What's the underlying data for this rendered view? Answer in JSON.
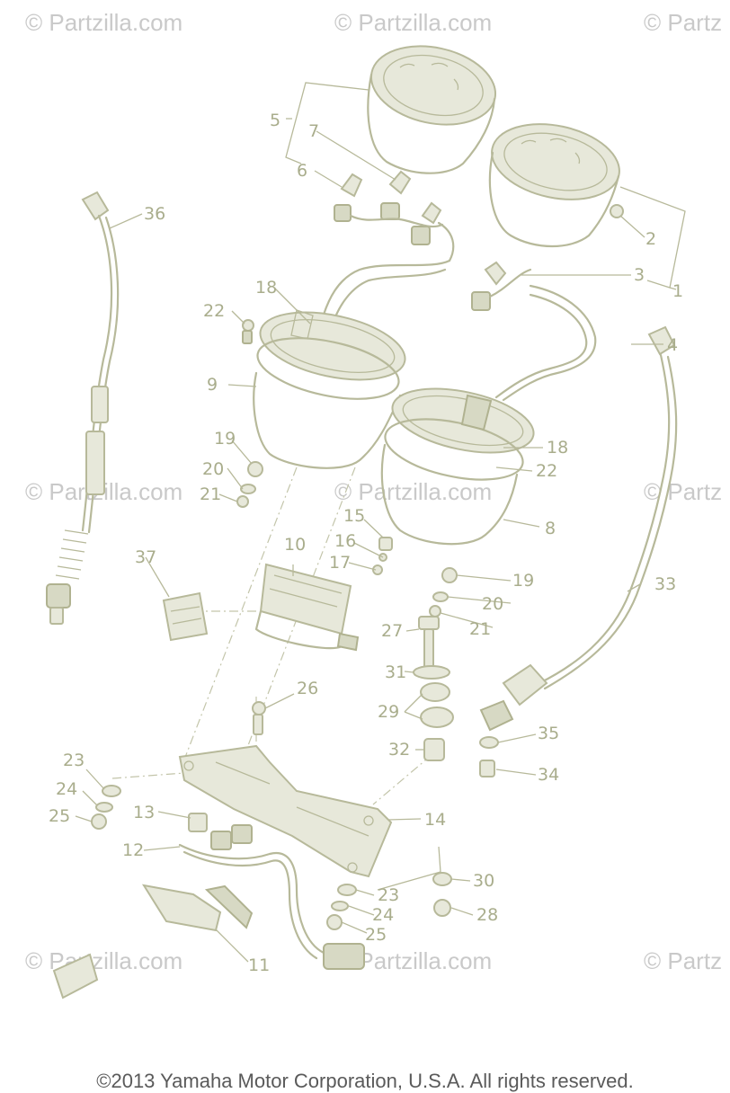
{
  "watermark": {
    "text": "© Partzilla.com",
    "short_text": "© Partz"
  },
  "callouts": {
    "n1": "1",
    "n2": "2",
    "n3": "3",
    "n4": "4",
    "n5": "5",
    "n6": "6",
    "n7": "7",
    "n8": "8",
    "n9": "9",
    "n10": "10",
    "n11": "11",
    "n12": "12",
    "n13": "13",
    "n14": "14",
    "n15": "15",
    "n16": "16",
    "n17": "17",
    "n18": "18",
    "n19": "19",
    "n20": "20",
    "n21": "21",
    "n22": "22",
    "n23": "23",
    "n24": "24",
    "n25": "25",
    "n26": "26",
    "n27": "27",
    "n28": "28",
    "n29": "29",
    "n30": "30",
    "n31": "31",
    "n32": "32",
    "n33": "33",
    "n34": "34",
    "n35": "35",
    "n36": "36",
    "n37": "37"
  },
  "footer": {
    "copyright": "©2013 Yamaha Motor Corporation, U.S.A. All rights reserved."
  },
  "colors": {
    "line_art": "#b7b99a",
    "label": "#a9ad8c",
    "watermark": "#c9c9c9",
    "footer_text": "#5a5a5a"
  }
}
